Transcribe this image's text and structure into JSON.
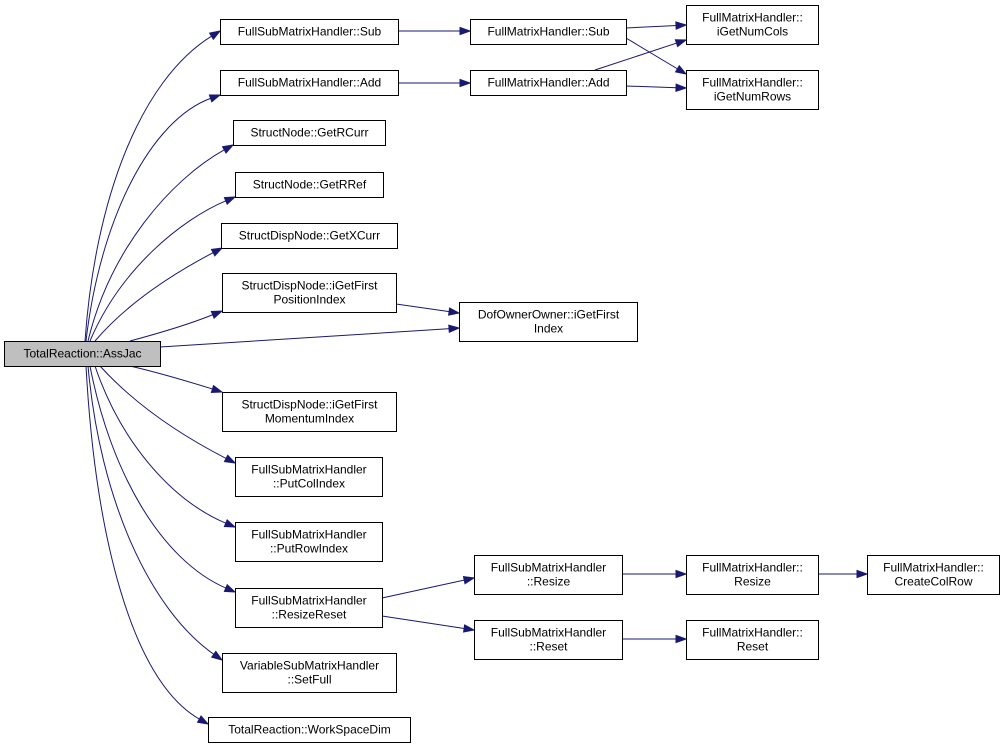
{
  "colors": {
    "edge": "#191970",
    "node_fill": "#ffffff",
    "root_fill": "#bfbfbf",
    "border": "#000000"
  },
  "nodes": [
    {
      "id": "root",
      "lines": [
        "TotalReaction::AssJac"
      ],
      "root": true
    },
    {
      "id": "fsmh_sub",
      "lines": [
        "FullSubMatrixHandler::Sub"
      ]
    },
    {
      "id": "fsmh_add",
      "lines": [
        "FullSubMatrixHandler::Add"
      ]
    },
    {
      "id": "sn_getrcurr",
      "lines": [
        "StructNode::GetRCurr"
      ]
    },
    {
      "id": "sn_getrref",
      "lines": [
        "StructNode::GetRRef"
      ]
    },
    {
      "id": "sdn_getxcurr",
      "lines": [
        "StructDispNode::GetXCurr"
      ]
    },
    {
      "id": "sdn_posidx",
      "lines": [
        "StructDispNode::iGetFirst",
        "PositionIndex"
      ]
    },
    {
      "id": "sdn_momidx",
      "lines": [
        "StructDispNode::iGetFirst",
        "MomentumIndex"
      ]
    },
    {
      "id": "fsmh_putcol",
      "lines": [
        "FullSubMatrixHandler",
        "::PutColIndex"
      ]
    },
    {
      "id": "fsmh_putrow",
      "lines": [
        "FullSubMatrixHandler",
        "::PutRowIndex"
      ]
    },
    {
      "id": "fsmh_resizereset",
      "lines": [
        "FullSubMatrixHandler",
        "::ResizeReset"
      ]
    },
    {
      "id": "vsmh_setfull",
      "lines": [
        "VariableSubMatrixHandler",
        "::SetFull"
      ]
    },
    {
      "id": "tr_wsd",
      "lines": [
        "TotalReaction::WorkSpaceDim"
      ]
    },
    {
      "id": "fmh_sub",
      "lines": [
        "FullMatrixHandler::Sub"
      ]
    },
    {
      "id": "fmh_add",
      "lines": [
        "FullMatrixHandler::Add"
      ]
    },
    {
      "id": "fmh_numcols",
      "lines": [
        "FullMatrixHandler::",
        "iGetNumCols"
      ]
    },
    {
      "id": "fmh_numrows",
      "lines": [
        "FullMatrixHandler::",
        "iGetNumRows"
      ]
    },
    {
      "id": "doo_firstidx",
      "lines": [
        "DofOwnerOwner::iGetFirst",
        "Index"
      ]
    },
    {
      "id": "fsmh_resize",
      "lines": [
        "FullSubMatrixHandler",
        "::Resize"
      ]
    },
    {
      "id": "fsmh_reset",
      "lines": [
        "FullSubMatrixHandler",
        "::Reset"
      ]
    },
    {
      "id": "fmh_resize",
      "lines": [
        "FullMatrixHandler::",
        "Resize"
      ]
    },
    {
      "id": "fmh_reset",
      "lines": [
        "FullMatrixHandler::",
        "Reset"
      ]
    },
    {
      "id": "fmh_createcolrow",
      "lines": [
        "FullMatrixHandler::",
        "CreateColRow"
      ]
    }
  ],
  "edges": [
    {
      "from": "root",
      "to": "fsmh_sub"
    },
    {
      "from": "root",
      "to": "fsmh_add"
    },
    {
      "from": "root",
      "to": "sn_getrcurr"
    },
    {
      "from": "root",
      "to": "sn_getrref"
    },
    {
      "from": "root",
      "to": "sdn_getxcurr"
    },
    {
      "from": "root",
      "to": "sdn_posidx"
    },
    {
      "from": "root",
      "to": "doo_firstidx"
    },
    {
      "from": "root",
      "to": "sdn_momidx"
    },
    {
      "from": "root",
      "to": "fsmh_putcol"
    },
    {
      "from": "root",
      "to": "fsmh_putrow"
    },
    {
      "from": "root",
      "to": "fsmh_resizereset"
    },
    {
      "from": "root",
      "to": "vsmh_setfull"
    },
    {
      "from": "root",
      "to": "tr_wsd"
    },
    {
      "from": "fsmh_sub",
      "to": "fmh_sub"
    },
    {
      "from": "fsmh_add",
      "to": "fmh_add"
    },
    {
      "from": "fmh_sub",
      "to": "fmh_numcols"
    },
    {
      "from": "fmh_sub",
      "to": "fmh_numrows"
    },
    {
      "from": "fmh_add",
      "to": "fmh_numcols"
    },
    {
      "from": "fmh_add",
      "to": "fmh_numrows"
    },
    {
      "from": "sdn_posidx",
      "to": "doo_firstidx"
    },
    {
      "from": "fsmh_resizereset",
      "to": "fsmh_resize"
    },
    {
      "from": "fsmh_resizereset",
      "to": "fsmh_reset"
    },
    {
      "from": "fsmh_resize",
      "to": "fmh_resize"
    },
    {
      "from": "fsmh_reset",
      "to": "fmh_reset"
    },
    {
      "from": "fmh_resize",
      "to": "fmh_createcolrow"
    }
  ]
}
